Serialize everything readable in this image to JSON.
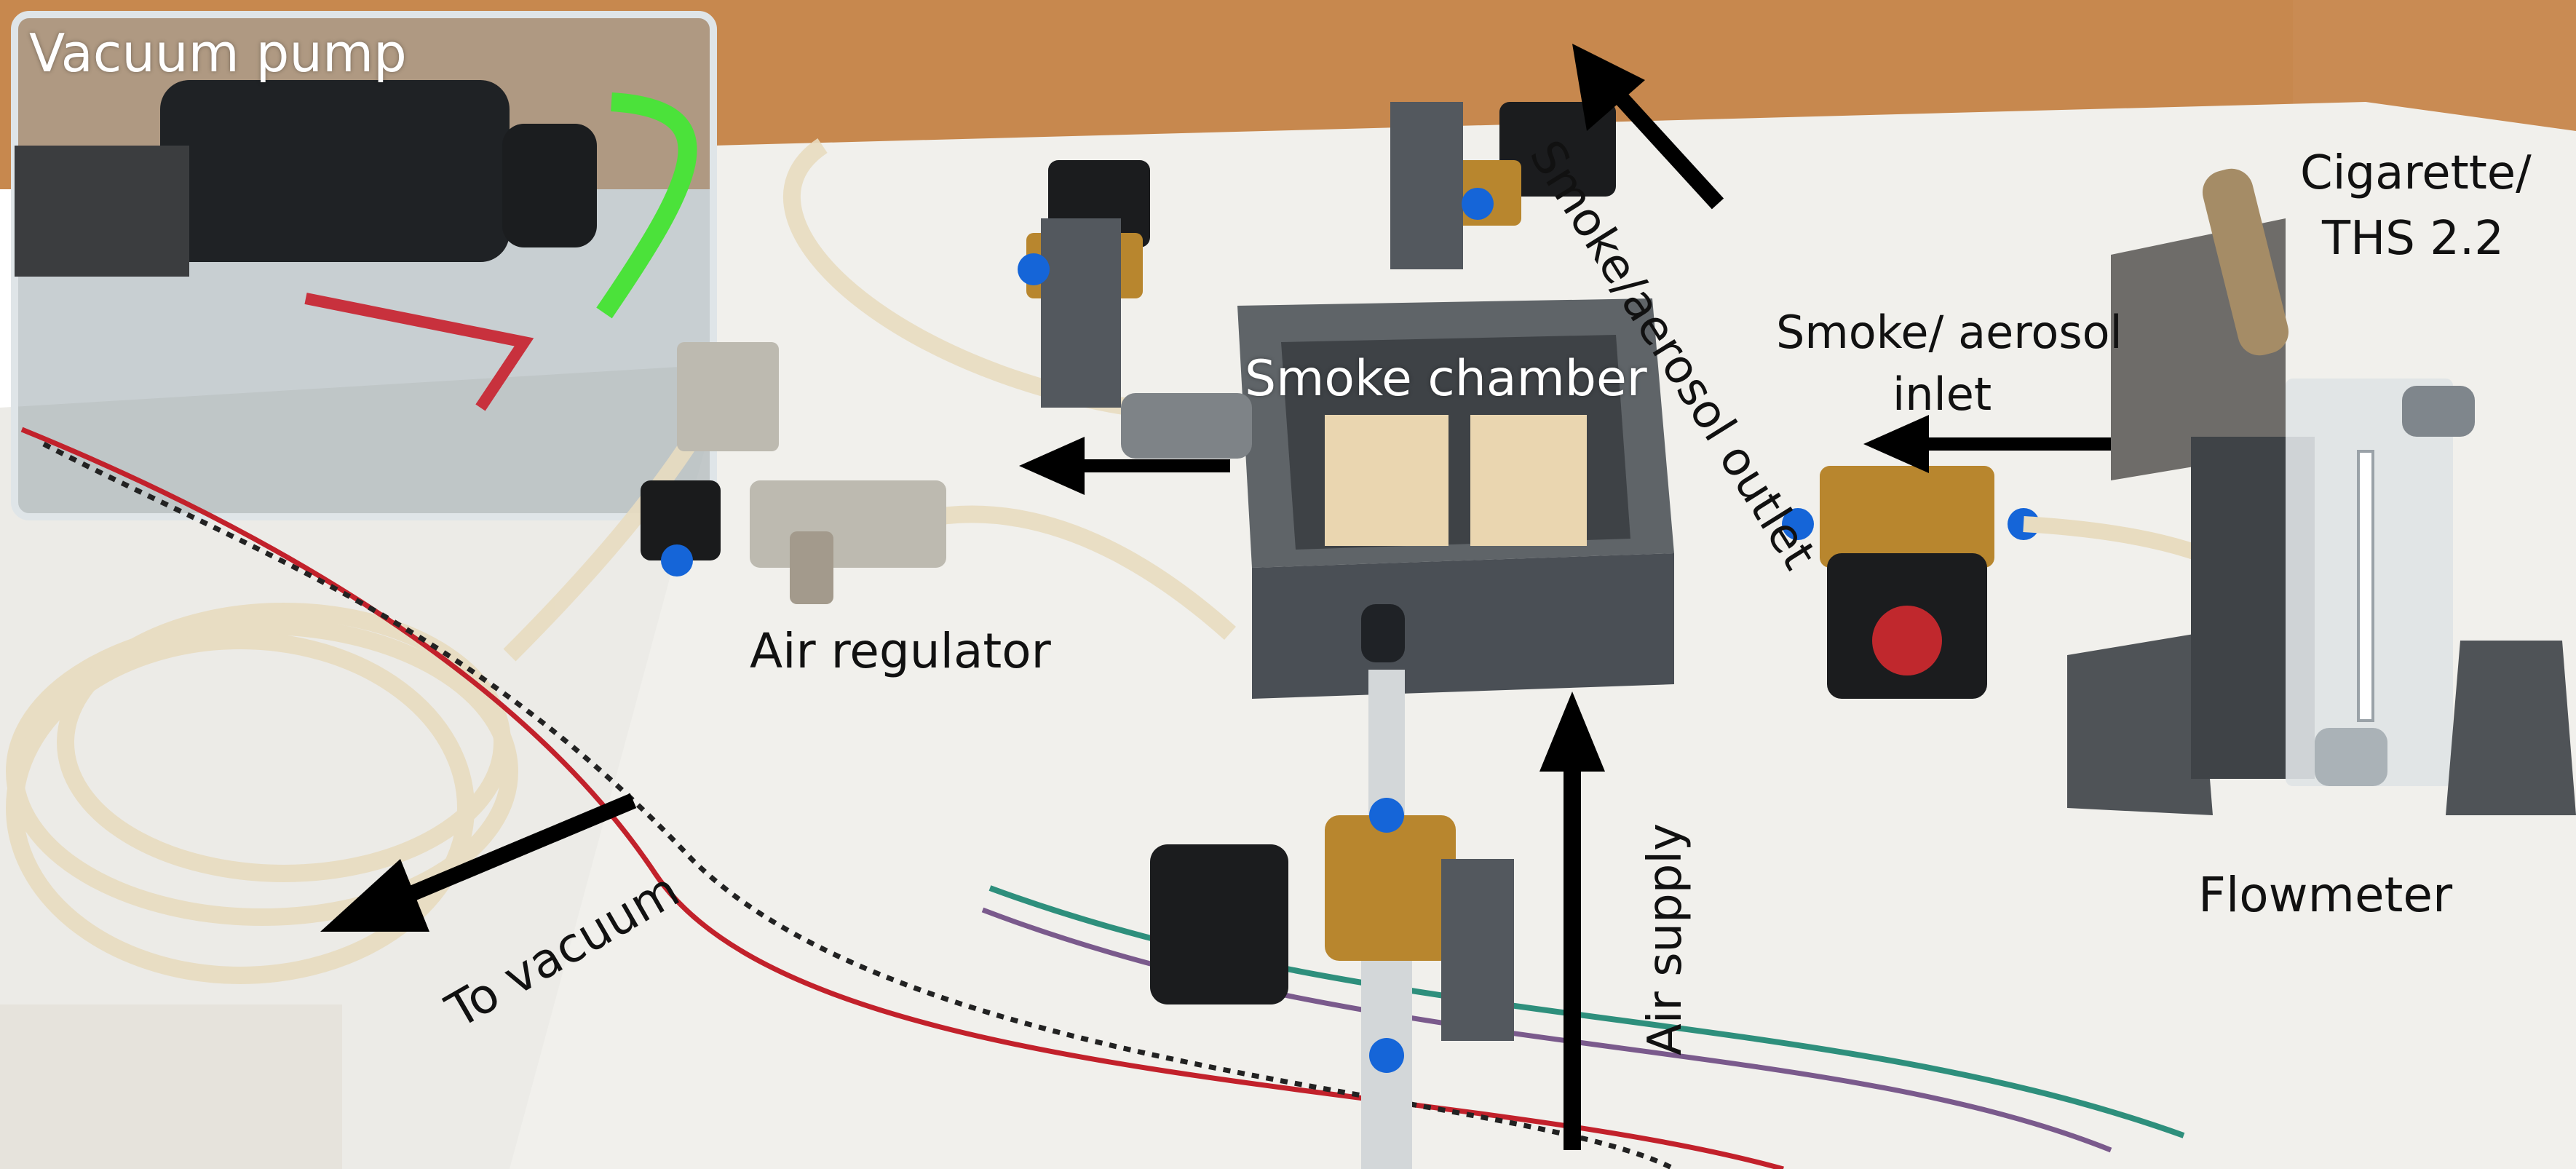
{
  "figure": {
    "labels": {
      "vacuum_pump": "Vacuum pump",
      "smoke_outlet": "Smoke/aerosol outlet",
      "cigarette_line1": "Cigarette/",
      "cigarette_line2": "THS 2.2",
      "smoke_chamber": "Smoke chamber",
      "inlet_line1": "Smoke/ aerosol",
      "inlet_line2": "inlet",
      "air_regulator": "Air regulator",
      "to_vacuum": "To vacuum",
      "air_supply": "Air supply",
      "flowmeter": "Flowmeter"
    },
    "colors": {
      "wall": "#c7884e",
      "board": "#f2f1ee",
      "tubing": "#e9dcc0",
      "brass": "#b8862e",
      "dark_grey": "#4a4f55",
      "arrow": "#000000",
      "label_white": "#ffffff",
      "label_black": "#111111"
    }
  }
}
